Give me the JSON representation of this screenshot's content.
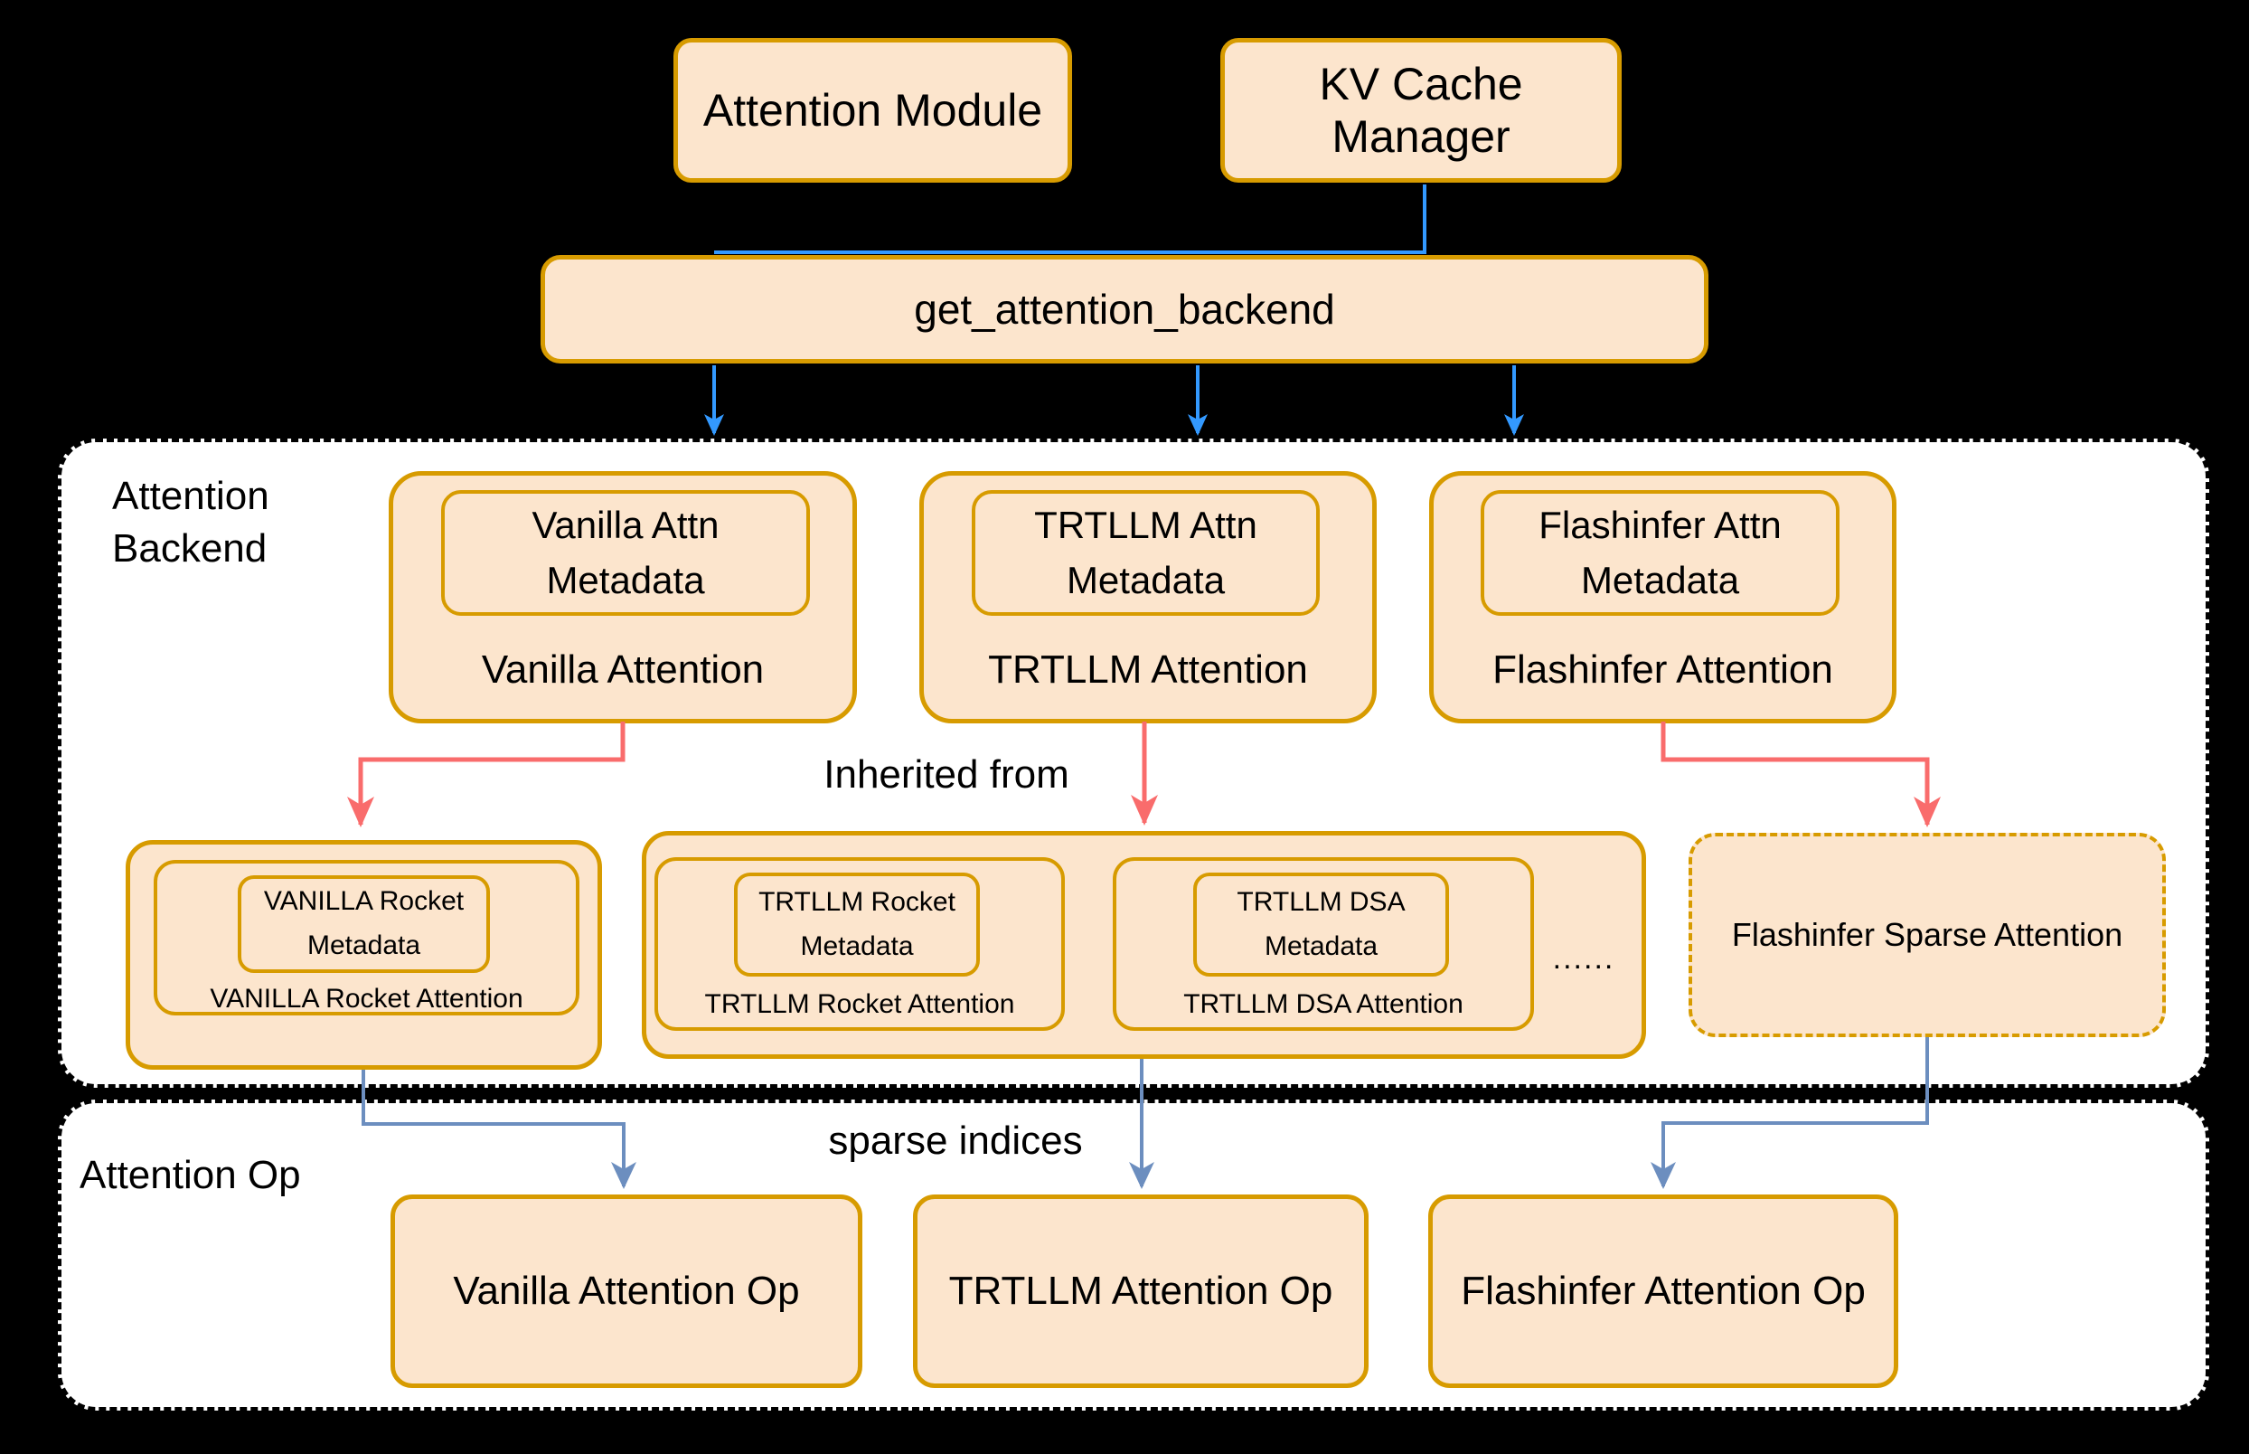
{
  "colors": {
    "background": "#000000",
    "box_fill": "#FCE5CD",
    "box_border": "#D79B00",
    "section_bg": "#FFFFFF",
    "section_border": "#000000",
    "arrow_blue": "#3399FF",
    "arrow_red": "#F96C6C",
    "arrow_slate": "#6C8EBF",
    "text": "#000000"
  },
  "top": {
    "attention_module": "Attention Module",
    "kv_cache_manager": "KV Cache Manager",
    "get_attention_backend": "get_attention_backend"
  },
  "backend_section": {
    "label_line1": "Attention",
    "label_line2": "Backend",
    "edge_label": "Inherited from",
    "backends": [
      {
        "metadata_line1": "Vanilla Attn",
        "metadata_line2": "Metadata",
        "label": "Vanilla Attention"
      },
      {
        "metadata_line1": "TRTLLM Attn",
        "metadata_line2": "Metadata",
        "label": "TRTLLM Attention"
      },
      {
        "metadata_line1": "Flashinfer Attn",
        "metadata_line2": "Metadata",
        "label": "Flashinfer Attention"
      }
    ],
    "derived": [
      {
        "metadata_line1": "VANILLA Rocket",
        "metadata_line2": "Metadata",
        "label": "VANILLA Rocket Attention"
      },
      {
        "metadata_line1": "TRTLLM Rocket",
        "metadata_line2": "Metadata",
        "label": "TRTLLM Rocket Attention"
      },
      {
        "metadata_line1": "TRTLLM DSA",
        "metadata_line2": "Metadata",
        "label": "TRTLLM DSA Attention"
      }
    ],
    "ellipsis": "......",
    "sparse_label": "Flashinfer Sparse Attention"
  },
  "op_section": {
    "label": "Attention Op",
    "edge_label": "sparse indices",
    "ops": [
      {
        "label": "Vanilla Attention Op"
      },
      {
        "label": "TRTLLM Attention Op"
      },
      {
        "label": "Flashinfer Attention Op"
      }
    ]
  }
}
